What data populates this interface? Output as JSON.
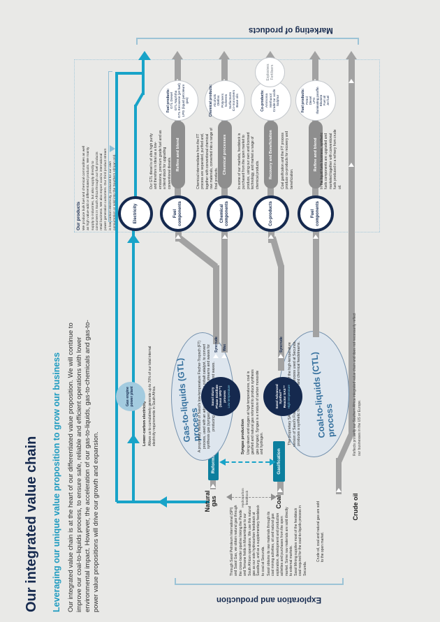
{
  "header": {
    "title": "Our integrated value chain",
    "subtitle": "Leveraging our unique value proposition to grow our business",
    "intro": "Our integrated value chain is at the heart of our differentiated value proposition. We will continue to improve our coal-to-liquids process, to ensure safe, reliable and efficient operations with lower environmental impact. However, the acceleration of our gas-to-liquids, gas-to-chemicals and gas-to-power value propositions will drive our growth and expansion."
  },
  "side_labels": {
    "exploration": "Exploration and production",
    "marketing": "Marketing of products"
  },
  "exploration_text": {
    "p1": "Through Sasol Petroleum International (SPI) and Sasol Gas, we obtain natural gas through the cross-border pipeline linking the Pande and Temane fields in Mozambique to our South African operations. We use this natural gas as our sole hydrocarbon feedstock at Sasolburg, and as a supplementary feedstock to coal at Secunda.",
    "p2": "Sasol obtains its raw materials through its coal mining activities, oil and natural gas exploration, development and production activities and purchases from the open market. Some raw materials are sold directly to external markets.",
    "p3": "Sasol Mining supplies most of the feedstock coal required for the coal-to-liquids process in Secunda.",
    "open_market_note": "Crude oil, coal and natural gas are sold to the open market."
  },
  "feedstocks": {
    "natural_gas": "Natural gas",
    "coal": "Coal",
    "crude_oil": "Crude oil",
    "hydrocarbon_label": "Hydrocarbon feedstock"
  },
  "process_boxes": {
    "reforming": "Reforming",
    "gasification": "Gasification"
  },
  "power": {
    "gas_engine": "Gas engine power plant",
    "lower_carbon_heading": "Lower-carbon electricity",
    "lower_carbon_body": "Allows us to cumulatively generate up to 70% of our total internal electricity requirements in South Africa."
  },
  "gtl": {
    "title": "Gas-to-liquids (GTL) process",
    "description": "A proprietary version of Sasol's low-temperature Fischer-Tropsch (FT) process, used with an advanced iron or cobalt catalyst, to convert synthesis gas (syngas) into petrochemical streams and waxes for producing and marketing diesel and waxes.",
    "badge_lines": [
      "Sasol Slurry",
      "Phase Distillate",
      "(Sasol SPD™)",
      "process"
    ],
    "badge_temp": "Low temperature"
  },
  "ctl": {
    "title": "Coal-to-liquids (CTL) process",
    "description": "The proprietary SAS reactor at the heart of the high-temperature version of Sasol's Fischer-Tropsch (FT) process used at Secunda, produces a synthetic form of crude oil and chemical feedstreams.",
    "badge_lines": [
      "Sasol Advanced",
      "Synthol™",
      "Reactor SAS™"
    ],
    "badge_temp": "High temperature"
  },
  "syngas": {
    "heading": "Syngas production",
    "body": "Using steam and oxygen at high temperatures, coal is gasified and natural gas reformed to produce synthesis gas (syngas). Syngas is a mixture of carbon monoxide and hydrogen."
  },
  "streams": {
    "gtl_syncrude": "Syncrude",
    "gtl_wax": "Wax",
    "ctl_syncrude": "Syncrude"
  },
  "our_products": {
    "heading": "Our products",
    "body": "We produce bulk fuel and chemical commodities as well as high value-add or differentiated products. We mainly supply to industries, but also supply directly to consumers in South Africa through our fuel products retail business. We also export coal to international power generation customers. Our third product stream is low-carbon electricity, produced for our own consumption or sold into the Southern African grid."
  },
  "components": {
    "electricity": "Electricity",
    "fuel_1": "Fuel components",
    "chemical": "Chemical components",
    "co_products": "Co-products",
    "fuel_2": "Fuel components"
  },
  "processes": {
    "p1": "Refine and blend",
    "p2": "Chemical processes",
    "p3": "Recovery and Beneficiation",
    "p4": "Refine and blend"
  },
  "process_notes": {
    "n1": "Our GTL diesel is of ultra high purity and therefore is ideal as a low-emissions, premium grade fuel and as a blend stock for upgrading conventional diesels.",
    "n2": "Chemical intermediates from the FT process are separated, purified and, together with conventional chemical raw materials, converted into a range of final products.",
    "n3": "In some of our markets, feedstock is purchased from the open market to produce, using our own and licensed technology, and market a range of chemical products.",
    "n4": "Coal gasification and the FT process produce co-products for recovery and beneficiation.",
    "n5": "In the liquid fuels business, synthetic fuels components are upgraded and marketed together with conventional fuels produced in a refinery from crude oil."
  },
  "products": {
    "fuel_gtl": {
      "heading": "Fuel products:",
      "items": [
        "GTL Diesel",
        "GTL Naphtha",
        "GTL Kerosene (jet fuel)",
        "LPG (liquid petroleum gas)"
      ]
    },
    "chemical": {
      "heading": "Chemical products:",
      "items": [
        "Alcohols",
        "Olefins",
        "Polymers",
        "Solvents",
        "Surfactants",
        "Co-monomers",
        "Base oils"
      ]
    },
    "co_products": {
      "heading": "Co-products:",
      "items": [
        "Ammonia",
        "Methanol",
        "Crude tar acids",
        "Sulphur"
      ]
    },
    "explosives": {
      "items": [
        "Explosives",
        "Fertilisers"
      ]
    },
    "fuel_conventional": {
      "heading": "Fuel products:",
      "items": [
        "Petrol",
        "Diesel",
        "LPG",
        "Illuminating paraffin",
        "Bitumen",
        "Fuel oil",
        "Jet fuel"
      ]
    }
  },
  "footnote": "Reflects primarily our Southern Africa integrated value chain and does not necessarily reflect our businesses in the US or Europe."
}
